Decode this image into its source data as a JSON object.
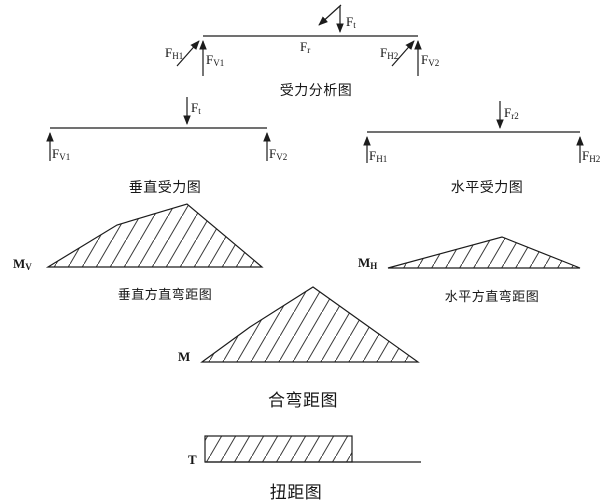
{
  "colors": {
    "line": "#1c1c1c",
    "hatch": "#3a3a3a",
    "background": "#ffffff"
  },
  "force_analysis": {
    "caption": "受力分析图",
    "labels": {
      "fh1": {
        "main": "F",
        "sub": "H1"
      },
      "fv1": {
        "main": "F",
        "sub": "V1"
      },
      "ft": {
        "main": "F",
        "sub": "t"
      },
      "fr": {
        "main": "F",
        "sub": "r"
      },
      "fh2": {
        "main": "F",
        "sub": "H2"
      },
      "fv2": {
        "main": "F",
        "sub": "V2"
      }
    }
  },
  "vertical_force": {
    "caption": "垂直受力图",
    "labels": {
      "ft": {
        "main": "F",
        "sub": "t"
      },
      "fv1": {
        "main": "F",
        "sub": "V1"
      },
      "fv2": {
        "main": "F",
        "sub": "V2"
      }
    }
  },
  "horizontal_force": {
    "caption": "水平受力图",
    "labels": {
      "fr2": {
        "main": "F",
        "sub": "r2"
      },
      "fh1": {
        "main": "F",
        "sub": "H1"
      },
      "fh2": {
        "main": "F",
        "sub": "H2"
      }
    }
  },
  "vertical_moment": {
    "caption": "垂直方直弯距图",
    "label": {
      "main": "M",
      "sub": "V"
    }
  },
  "horizontal_moment": {
    "caption": "水平方直弯距图",
    "label": {
      "main": "M",
      "sub": "H"
    }
  },
  "combined_moment": {
    "caption": "合弯距图",
    "label": {
      "main": "M",
      "sub": ""
    }
  },
  "torque": {
    "caption": "扭距图",
    "label": {
      "main": "T",
      "sub": ""
    }
  }
}
